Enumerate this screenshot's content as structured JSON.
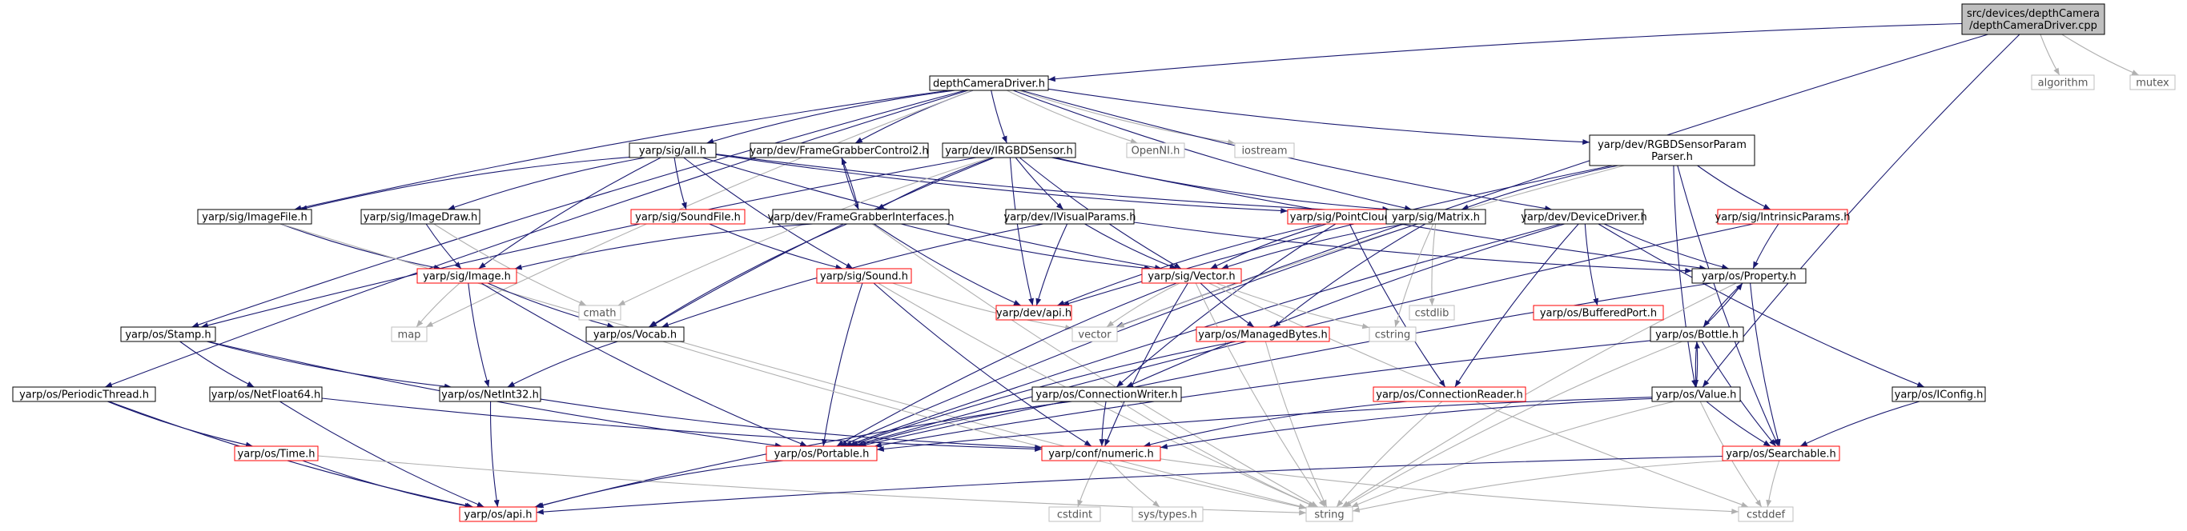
{
  "colors": {
    "edge": "#191970",
    "edge_light": "#b0b0b0",
    "box_black": "#000000",
    "box_red": "#ff0000",
    "box_gray": "#bfbfbf",
    "root_fill": "#bfbfbf",
    "text": "#000000",
    "text_light": "#555555",
    "text_red": "#ff0000"
  },
  "nodes": {
    "root": "src/devices/depthCamera\n/depthCameraDriver.cpp",
    "driver_h": "depthCameraDriver.h",
    "algorithm": "algorithm",
    "mutex": "mutex",
    "all_h": "yarp/sig/all.h",
    "fg2_h": "yarp/dev/FrameGrabberControl2.h",
    "irgbd_h": "yarp/dev/IRGBDSensor.h",
    "openni_h": "OpenNI.h",
    "iostream": "iostream",
    "rgbdpp_h": "yarp/dev/RGBDSensorParam\nParser.h",
    "imagefile_h": "yarp/sig/ImageFile.h",
    "imagedraw_h": "yarp/sig/ImageDraw.h",
    "soundfile_h": "yarp/sig/SoundFile.h",
    "fgi_h": "yarp/dev/FrameGrabberInterfaces.h",
    "ivisual_h": "yarp/dev/IVisualParams.h",
    "pointcloud_h": "yarp/sig/PointCloud.h",
    "matrix_h": "yarp/sig/Matrix.h",
    "devdriver_h": "yarp/dev/DeviceDriver.h",
    "intrinsic_h": "yarp/sig/IntrinsicParams.h",
    "image_h": "yarp/sig/Image.h",
    "cmath": "cmath",
    "sound_h": "yarp/sig/Sound.h",
    "devapi_h": "yarp/dev/api.h",
    "vector_h": "yarp/sig/Vector.h",
    "cstdlib": "cstdlib",
    "bufport_h": "yarp/os/BufferedPort.h",
    "property_h": "yarp/os/Property.h",
    "map": "map",
    "vocab_h": "yarp/os/Vocab.h",
    "vector": "vector",
    "managed_h": "yarp/os/ManagedBytes.h",
    "cstring": "cstring",
    "bottle_h": "yarp/os/Bottle.h",
    "stamp_h": "yarp/os/Stamp.h",
    "periodic_h": "yarp/os/PeriodicThread.h",
    "netfloat_h": "yarp/os/NetFloat64.h",
    "netint_h": "yarp/os/NetInt32.h",
    "connwriter_h": "yarp/os/ConnectionWriter.h",
    "connreader_h": "yarp/os/ConnectionReader.h",
    "value_h": "yarp/os/Value.h",
    "iconfig_h": "yarp/os/IConfig.h",
    "time_h": "yarp/os/Time.h",
    "portable_h": "yarp/os/Portable.h",
    "numeric_h": "yarp/conf/numeric.h",
    "searchable_h": "yarp/os/Searchable.h",
    "osapi_h": "yarp/os/api.h",
    "string": "string",
    "cstddef": "cstddef",
    "cstdint": "cstdint",
    "systypes_h": "sys/types.h"
  }
}
